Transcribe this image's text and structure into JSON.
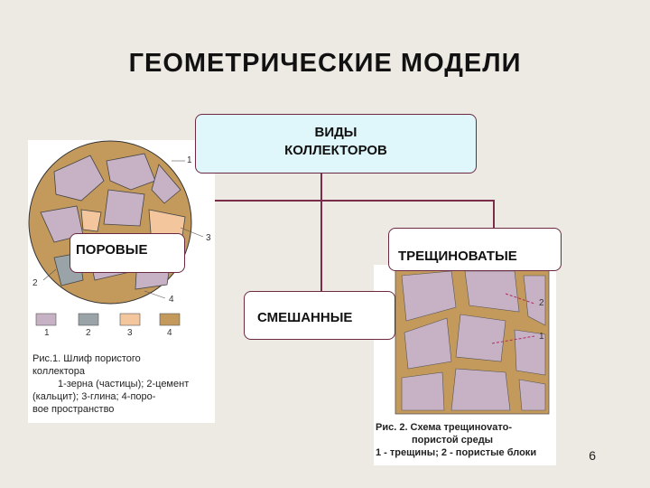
{
  "title": "ГЕОМЕТРИЧЕСКИЕ МОДЕЛИ",
  "boxes": {
    "top_line1": "ВИДЫ",
    "top_line2": "КОЛЛЕКТОРОВ",
    "porous": "ПОРОВЫЕ",
    "fractured": "ТРЕЩИНОВАТЫЕ",
    "mixed": "СМЕШАННЫЕ"
  },
  "fig1": {
    "markers": [
      "1",
      "2",
      "3",
      "4"
    ],
    "legend": [
      "1",
      "2",
      "3",
      "4"
    ],
    "caption": [
      "Рис.1. Шлиф пористого",
      "коллектора",
      "1-зерна (частицы); 2-цемент",
      "(кальцит); 3-глина; 4-поро-",
      "вое пространство"
    ]
  },
  "fig2": {
    "markers": [
      "2",
      "1"
    ],
    "caption": [
      "Рис. 2. Схема трещинovато-",
      "пористой среды",
      "1 - трещины; 2 - пористые блоки"
    ]
  },
  "page_number": "6",
  "colors": {
    "accent": "#6b2942",
    "grain": "#c7b2c5",
    "fracture": "#c49a5c",
    "clay": "#f3c69e"
  }
}
